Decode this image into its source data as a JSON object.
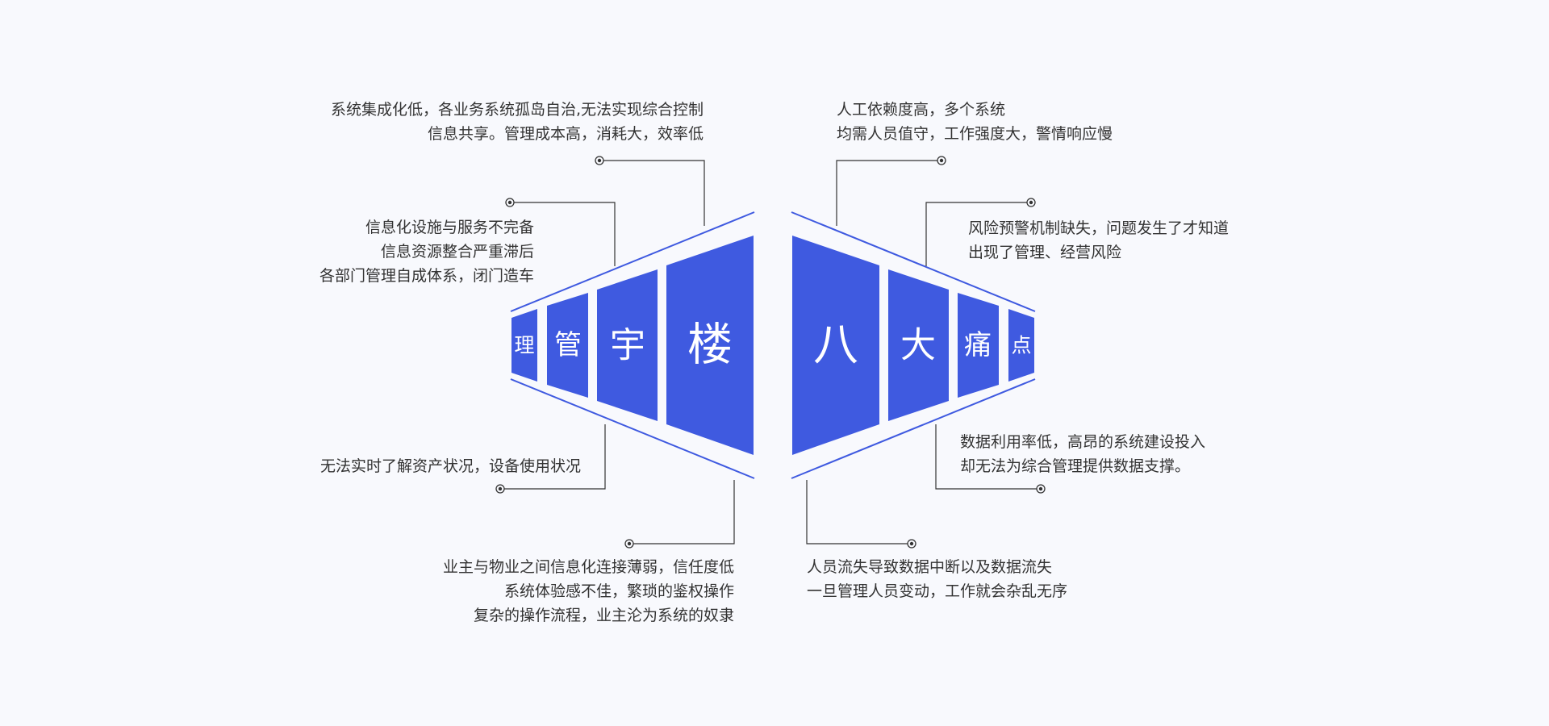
{
  "colors": {
    "panel_fill": "#3f5ae0",
    "outline": "#3f5ae0",
    "connector": "#333333",
    "text": "#333333",
    "panel_text": "#ffffff",
    "background": "#f8f9fd"
  },
  "left_panels": [
    "楼",
    "宇",
    "管",
    "理"
  ],
  "right_panels": [
    "八",
    "大",
    "痛",
    "点"
  ],
  "callouts": {
    "top_left": [
      "系统集成化低，各业务系统孤岛自治,无法实现综合控制",
      "信息共享。管理成本高，消耗大，效率低"
    ],
    "mid_left": [
      "信息化设施与服务不完备",
      "信息资源整合严重滞后",
      "各部门管理自成体系，闭门造车"
    ],
    "low_left": [
      "无法实时了解资产状况，设备使用状况"
    ],
    "bottom_left": [
      "业主与物业之间信息化连接薄弱，信任度低",
      "系统体验感不佳，繁琐的鉴权操作",
      "复杂的操作流程，业主沦为系统的奴隶"
    ],
    "top_right": [
      "人工依赖度高，多个系统",
      "均需人员值守，工作强度大，警情响应慢"
    ],
    "mid_right": [
      "风险预警机制缺失，问题发生了才知道",
      "出现了管理、经营风险"
    ],
    "low_right": [
      "数据利用率低，高昂的系统建设投入",
      "却无法为综合管理提供数据支撑。"
    ],
    "bottom_right": [
      "人员流失导致数据中断以及数据流失",
      "一旦管理人员变动，工作就会杂乱无序"
    ]
  }
}
